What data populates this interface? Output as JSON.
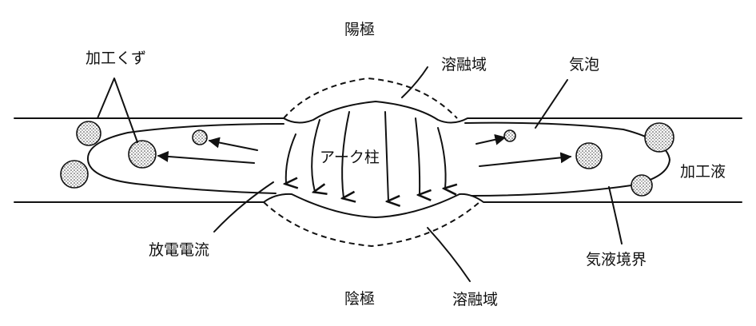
{
  "labels": {
    "anode": "陽極",
    "cathode": "陰極",
    "debris": "加工くず",
    "melt_top": "溶融域",
    "melt_bottom": "溶融域",
    "bubble": "気泡",
    "fluid": "加工液",
    "arc_column": "アーク柱",
    "discharge_current": "放電電流",
    "interface": "気液境界"
  },
  "colors": {
    "ink": "#111111",
    "background": "#ffffff"
  }
}
